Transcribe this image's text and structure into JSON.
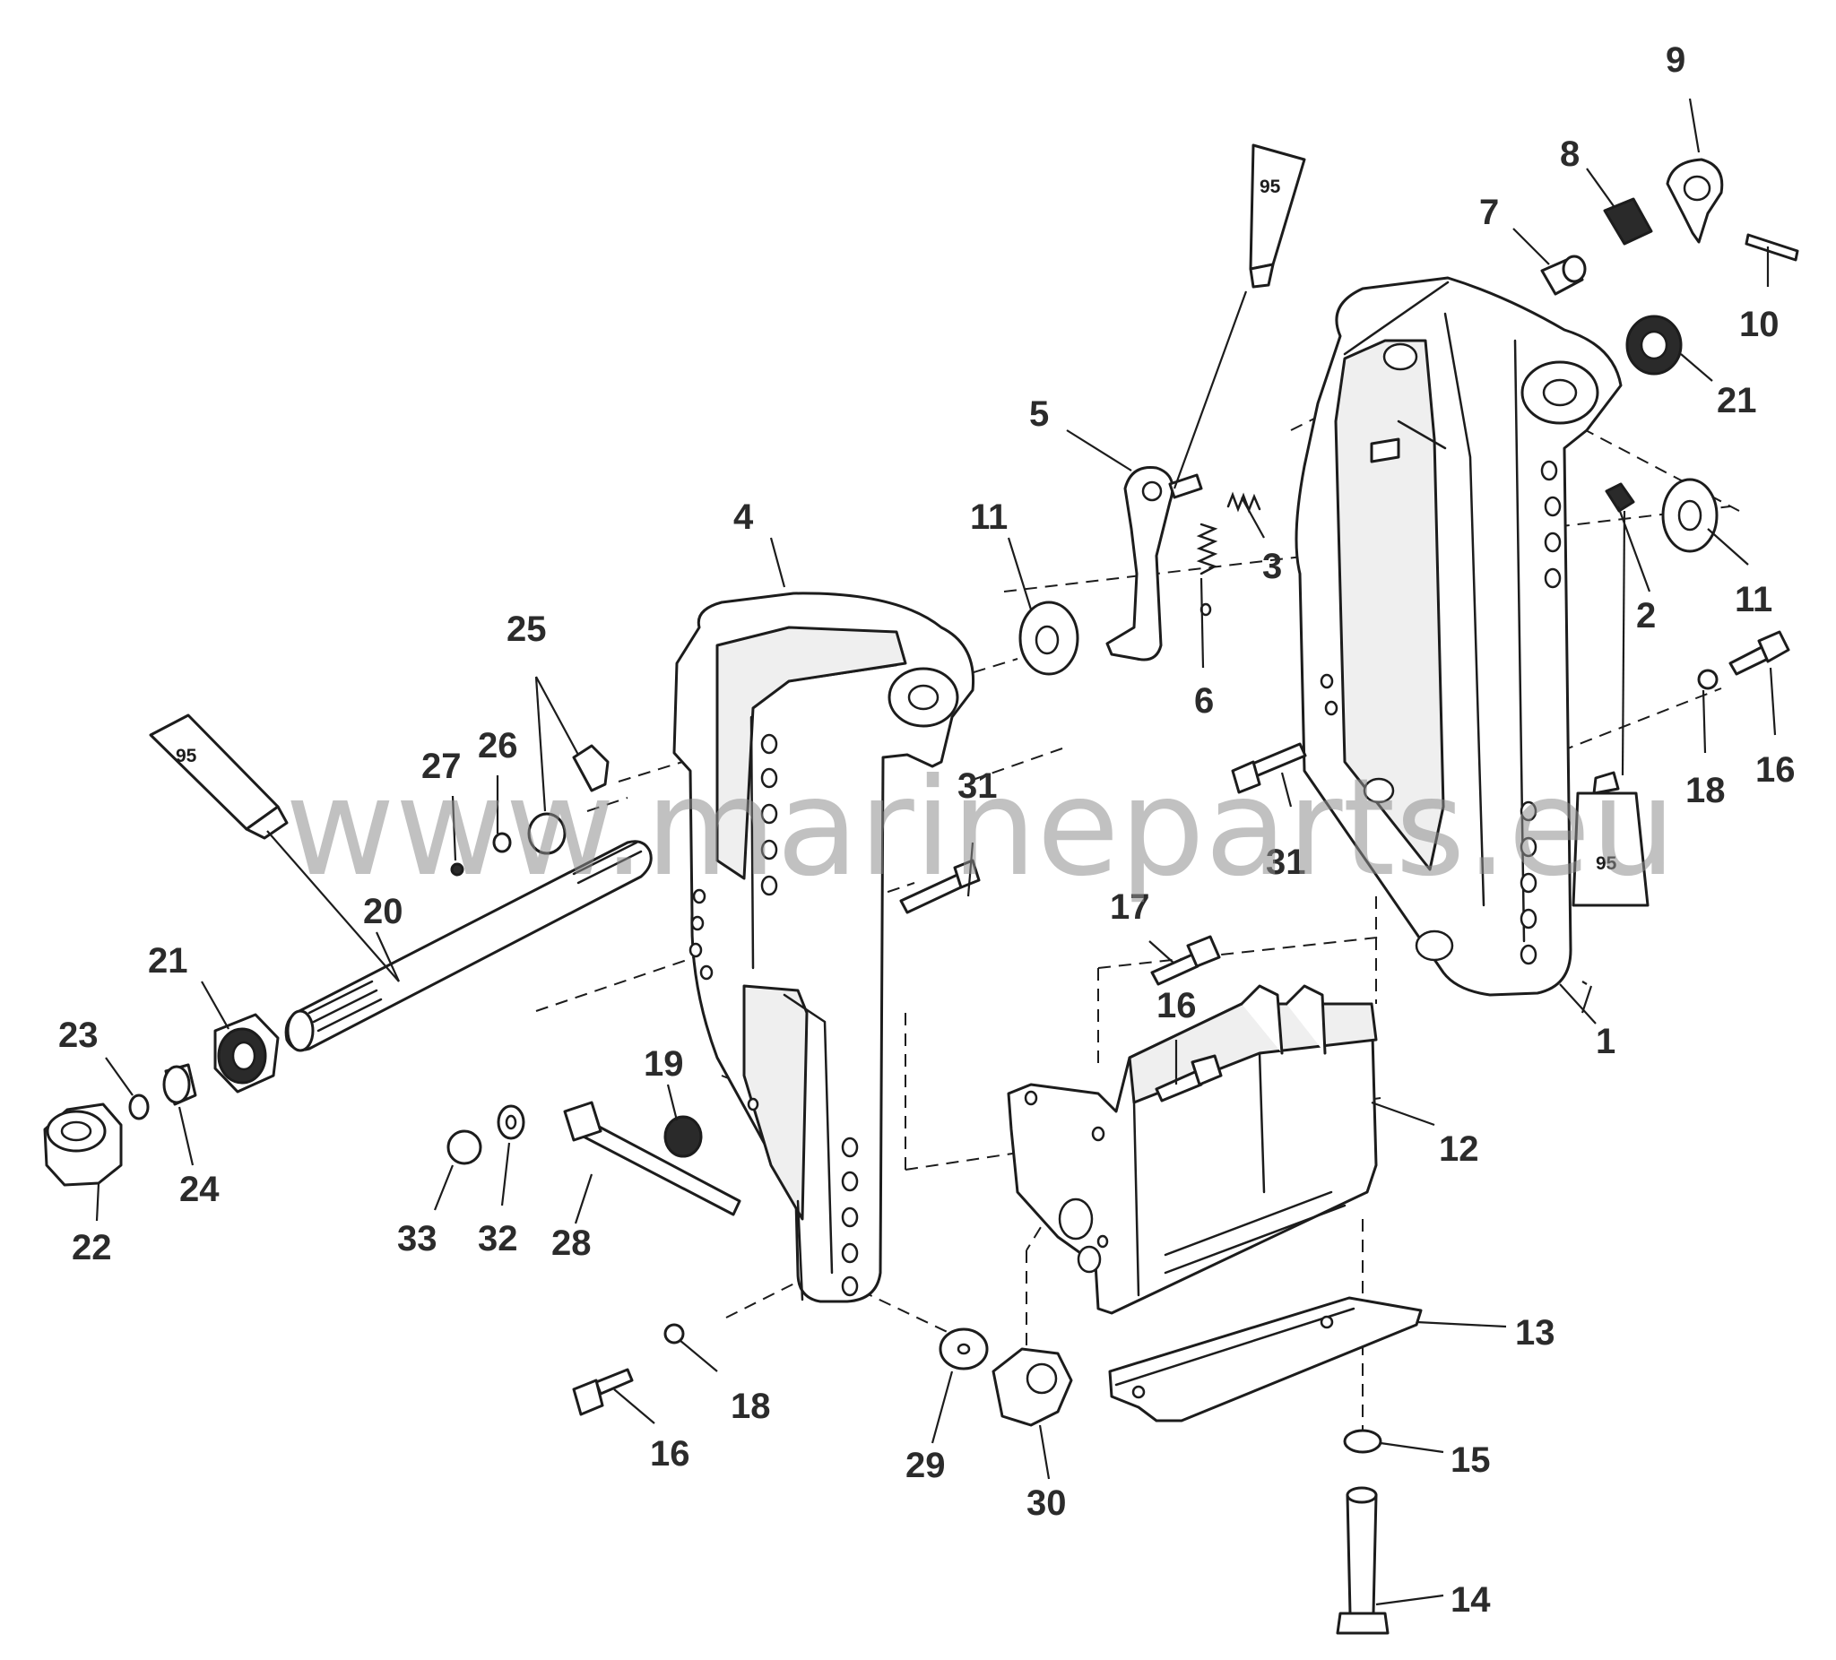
{
  "watermark": "www.marineparts.eu",
  "tube_label": "95",
  "callouts": [
    "1",
    "2",
    "3",
    "4",
    "5",
    "6",
    "7",
    "8",
    "9",
    "10",
    "11",
    "11",
    "12",
    "13",
    "14",
    "15",
    "16",
    "16",
    "16",
    "17",
    "18",
    "18",
    "19",
    "20",
    "21",
    "21",
    "22",
    "23",
    "24",
    "25",
    "26",
    "27",
    "28",
    "29",
    "30",
    "31",
    "31",
    "32",
    "33"
  ],
  "colors": {
    "line": "#1c1c1c",
    "label": "#2b2b2b",
    "watermark": "#8e8e8e",
    "background": "#ffffff"
  }
}
